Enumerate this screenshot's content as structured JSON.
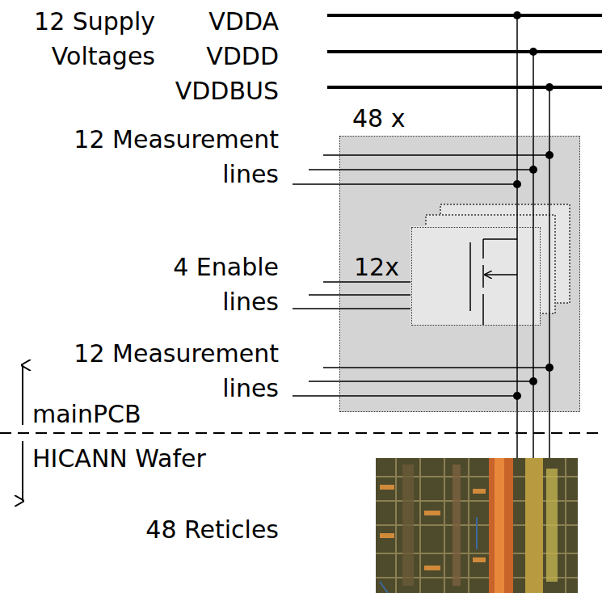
{
  "diagram": {
    "nodes": [
      {
        "text": [
          "48 x"
        ]
      },
      {
        "text": [
          "12x"
        ],
        "in": 0
      }
    ],
    "labels": [
      "12 Supply Voltages",
      "VDDA",
      "VDDD",
      "VDDBUS",
      "12 Measurement lines",
      "4 Enable lines",
      "12 Measurement lines",
      "mainPCB",
      "HICANN Wafer",
      "48 Reticles"
    ]
  }
}
